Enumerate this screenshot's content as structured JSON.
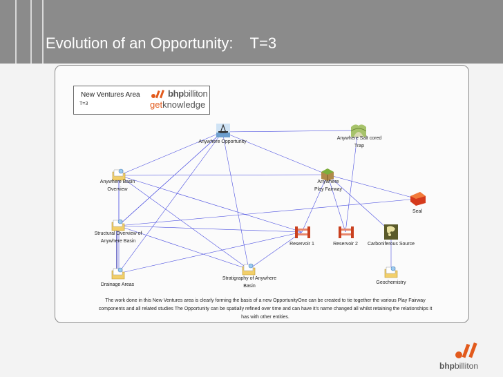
{
  "slide": {
    "title": "Evolution of an Opportunity:    T=3"
  },
  "panel": {
    "box_title": "New Ventures Area",
    "box_subtitle": "T=3",
    "logo_top_a": "bhp",
    "logo_top_b": "billiton",
    "logo_bottom_a": "get",
    "logo_bottom_b": "knowledge"
  },
  "nodes": {
    "anywhere_opportunity": {
      "label": "Anywhere Opportunity",
      "icon": "oil-rig-icon"
    },
    "salt_trap": {
      "label1": "Anywhere Salt cored",
      "label2": "Trap",
      "icon": "salt-trap-icon"
    },
    "anywhere_basin": {
      "label1": "Anywhere Basin",
      "label2": "Overview",
      "icon": "folder-icon"
    },
    "play_fairway": {
      "label1": "Anywhere",
      "label2": "Play Fairway",
      "icon": "play-fairway-icon"
    },
    "seal": {
      "label": "Seal",
      "icon": "seal-icon"
    },
    "structural_overview": {
      "label1": "Structural Overview of",
      "label2": "Anywhere Basin",
      "icon": "folder-icon"
    },
    "reservoir1": {
      "label": "Reservoir 1",
      "icon": "reservoir-icon"
    },
    "reservoir2": {
      "label": "Reservoir 2",
      "icon": "reservoir-icon"
    },
    "carboniferous": {
      "label": "Carboniferous Source",
      "icon": "source-icon"
    },
    "drainage": {
      "label": "Drainage Areas",
      "icon": "folder-icon"
    },
    "stratigraphy": {
      "label1": "Stratigraphy of Anywhere",
      "label2": "Basin",
      "icon": "folder-icon"
    },
    "geochemistry": {
      "label": "Geochemistry",
      "icon": "folder-icon"
    }
  },
  "description": {
    "line1": "The work done in this New Ventures area is clearly forming the basis of a new OpportunityOne can be created to tie together the various Play Fairway",
    "line2": "components and all related studies The Opportunity can be spatially refined over time and can have it's name changed all whilst retaining the relationships it",
    "line3": "has with other entities."
  },
  "footer": {
    "brand_a": "bhp",
    "brand_b": "billiton"
  },
  "colors": {
    "header": "#8b8b8b",
    "link": "#4b4fe0",
    "accent": "#e25a1c"
  }
}
